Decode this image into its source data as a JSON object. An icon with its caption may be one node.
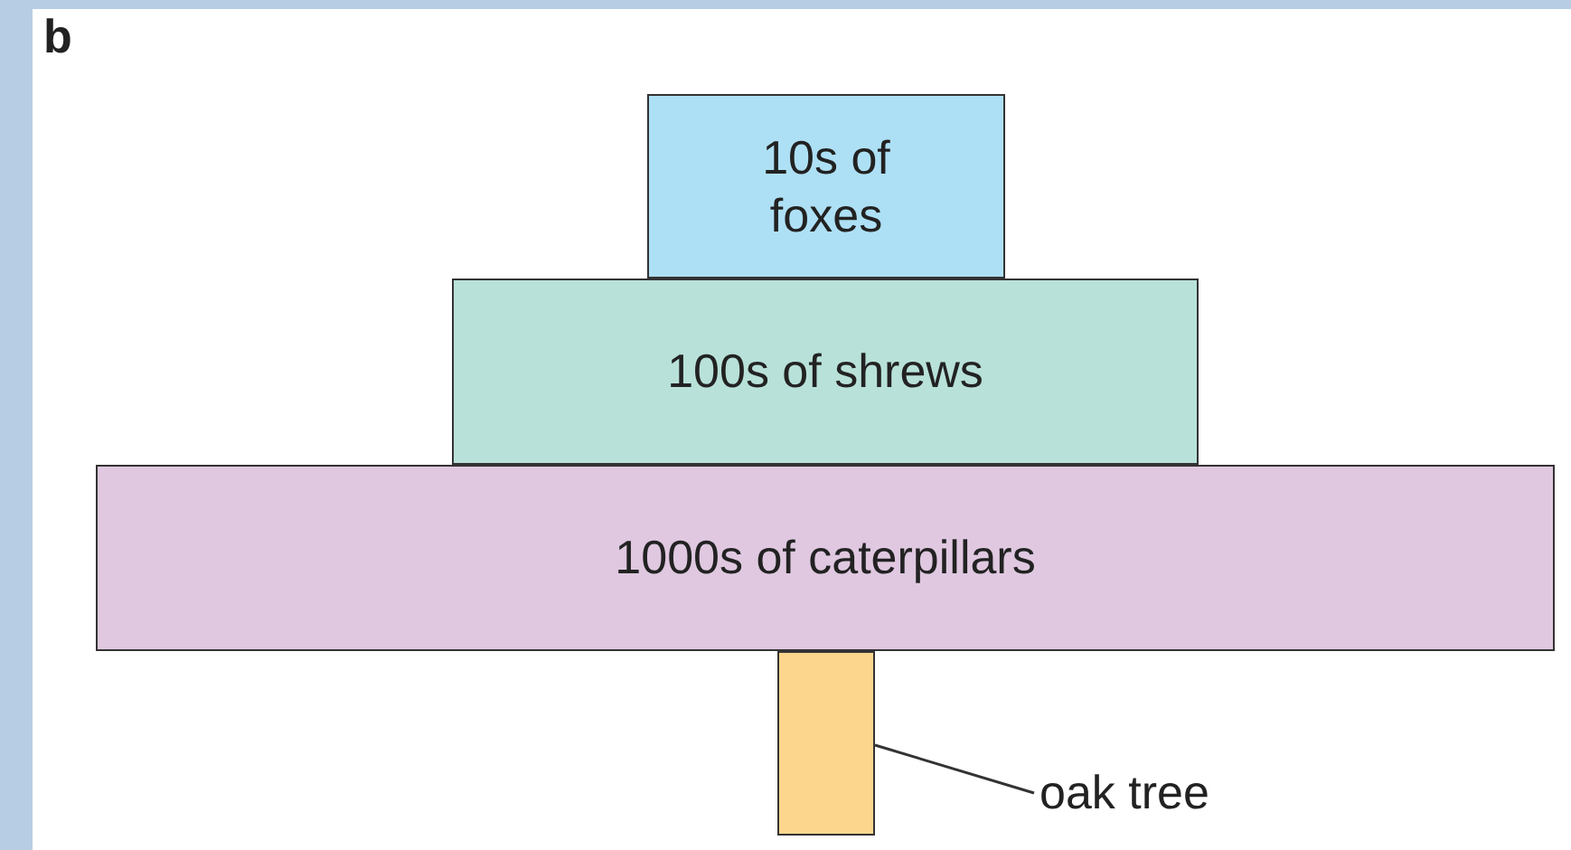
{
  "diagram": {
    "nodes": [
      {
        "text": [
          "10s of foxes"
        ]
      },
      {
        "text": [
          "100s of shrews"
        ]
      },
      {
        "text": [
          "1000s of caterpillars"
        ]
      },
      {
        "text": [],
        "shape": "bar"
      },
      {
        "text": [
          "oak tree"
        ]
      }
    ],
    "edges": [
      {
        "from": 4,
        "to": 3,
        "arrow": "none"
      }
    ],
    "labels": [
      "b"
    ]
  }
}
